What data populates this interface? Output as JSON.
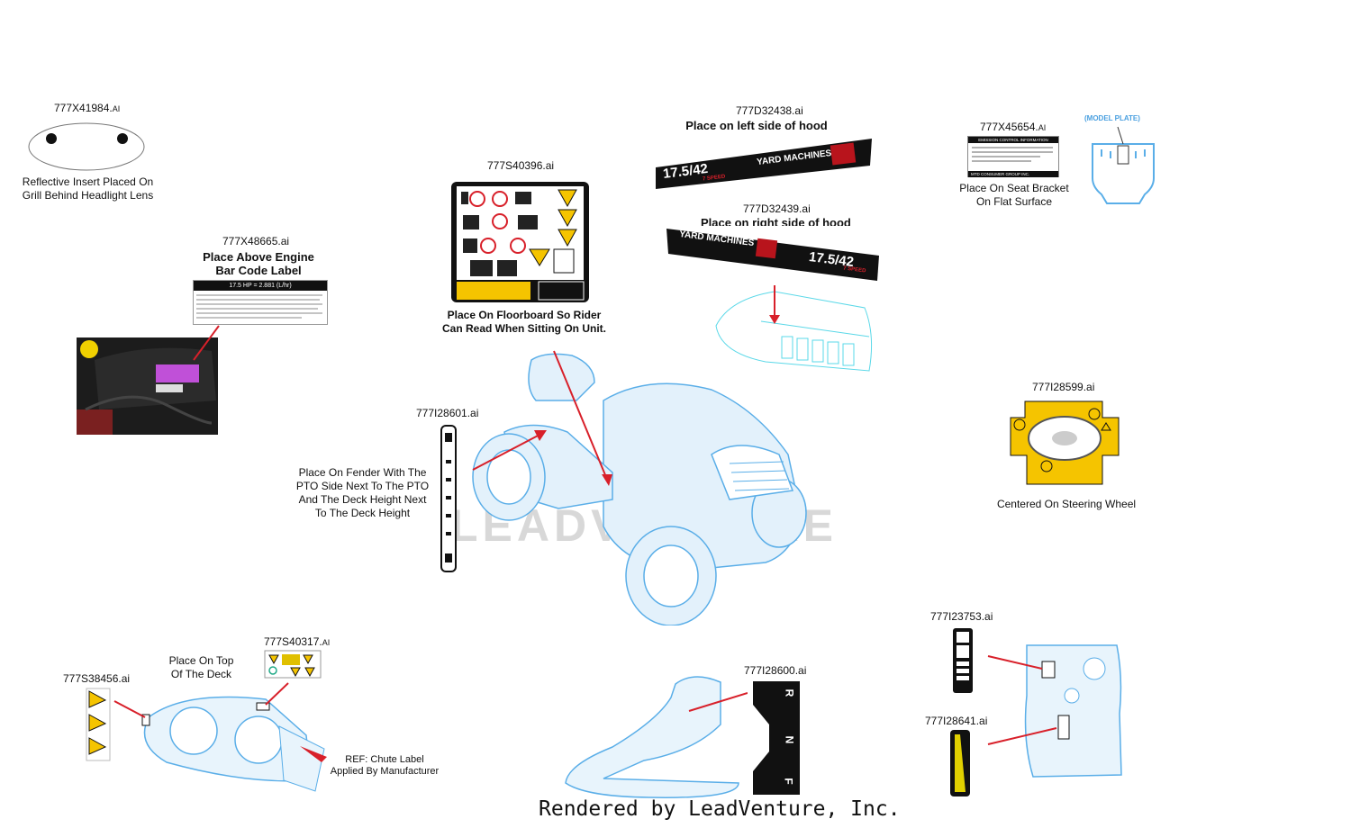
{
  "watermark": "LEADVENTURE",
  "footer": "Rendered by LeadVenture, Inc.",
  "parts": {
    "reflective": {
      "pn": "777X41984.",
      "pn_ext": "AI",
      "note": "Reflective Insert Placed On\nGrill Behind Headlight Lens"
    },
    "engine_label": {
      "pn": "777X48665.ai",
      "title": "Place Above Engine\nBar Code Label",
      "label_header": "17.5 HP = 2.881 (L/hr)"
    },
    "floorboard": {
      "pn": "777S40396.ai",
      "note": "Place On Floorboard So Rider\nCan Read When Sitting On Unit."
    },
    "hood_left": {
      "pn": "777D32438.ai",
      "title": "Place on left side of hood",
      "size_text": "17.5/42",
      "speed_text": "7 SPEED",
      "brand": "YARD MACHINES"
    },
    "hood_right": {
      "pn": "777D32439.ai",
      "title": "Place on right side of hood",
      "size_text": "17.5/42",
      "speed_text": "7 SPEED",
      "brand": "YARD MACHINES"
    },
    "emission": {
      "pn": "777X45654.",
      "pn_ext": "AI",
      "model_plate": "(MODEL PLATE)",
      "note": "Place On Seat Bracket\nOn Flat Surface",
      "label_title": "EMISSION CONTROL INFORMATION",
      "label_footer": "MTD CONSUMER GROUP INC."
    },
    "steering": {
      "pn": "777I28599.ai",
      "note": "Centered On Steering Wheel"
    },
    "fender": {
      "pn": "777I28601.ai",
      "note": "Place On Fender With The\nPTO Side Next To The PTO\nAnd The Deck Height Next\nTo The Deck Height"
    },
    "deck_top": {
      "pn": "777S40317.",
      "pn_ext": "AI",
      "title": "Place On Top\nOf The Deck"
    },
    "deck_side": {
      "pn": "777S38456.ai"
    },
    "chute": {
      "note": "REF: Chute Label\nApplied By Manufacturer"
    },
    "shift": {
      "pn": "777I28600.ai",
      "letters": [
        "R",
        "N",
        "F"
      ]
    },
    "dash_a": {
      "pn": "777I23753.ai"
    },
    "dash_b": {
      "pn": "777I28641.ai"
    }
  },
  "colors": {
    "line": "#5aaee8",
    "arrow": "#d8202a",
    "yellow": "#f5c400",
    "black": "#111111"
  }
}
